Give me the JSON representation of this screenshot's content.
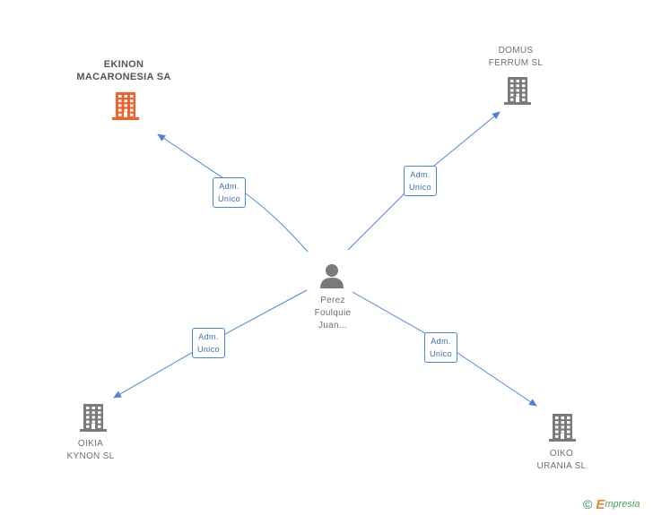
{
  "diagram": {
    "center": {
      "name_lines": [
        "Perez",
        "Foulquie",
        "Juan..."
      ],
      "icon": "person-icon",
      "color": "#7a7a7a"
    },
    "companies": [
      {
        "key": "ekinon",
        "name_lines": [
          "EKINON",
          "MACARONESIA SA"
        ],
        "icon": "building-icon",
        "color": "#f0622b",
        "focus": true
      },
      {
        "key": "domus",
        "name_lines": [
          "DOMUS",
          "FERRUM SL"
        ],
        "icon": "building-icon",
        "color": "#7a7a7a",
        "focus": false
      },
      {
        "key": "oikia",
        "name_lines": [
          "OIKIA",
          "KYNON SL"
        ],
        "icon": "building-icon",
        "color": "#7a7a7a",
        "focus": false
      },
      {
        "key": "oiko",
        "name_lines": [
          "OIKO",
          "URANIA SL"
        ],
        "icon": "building-icon",
        "color": "#7a7a7a",
        "focus": false
      }
    ],
    "relations": [
      {
        "to": "ekinon",
        "label_lines": [
          "Adm.",
          "Unico"
        ]
      },
      {
        "to": "domus",
        "label_lines": [
          "Adm.",
          "Unico"
        ]
      },
      {
        "to": "oikia",
        "label_lines": [
          "Adm.",
          "Unico"
        ]
      },
      {
        "to": "oiko",
        "label_lines": [
          "Adm.",
          "Unico"
        ]
      }
    ],
    "edge_color": "#4a86d4"
  },
  "footer": {
    "copyright_symbol": "©",
    "brand_initial": "E",
    "brand_rest": "mpresia"
  }
}
